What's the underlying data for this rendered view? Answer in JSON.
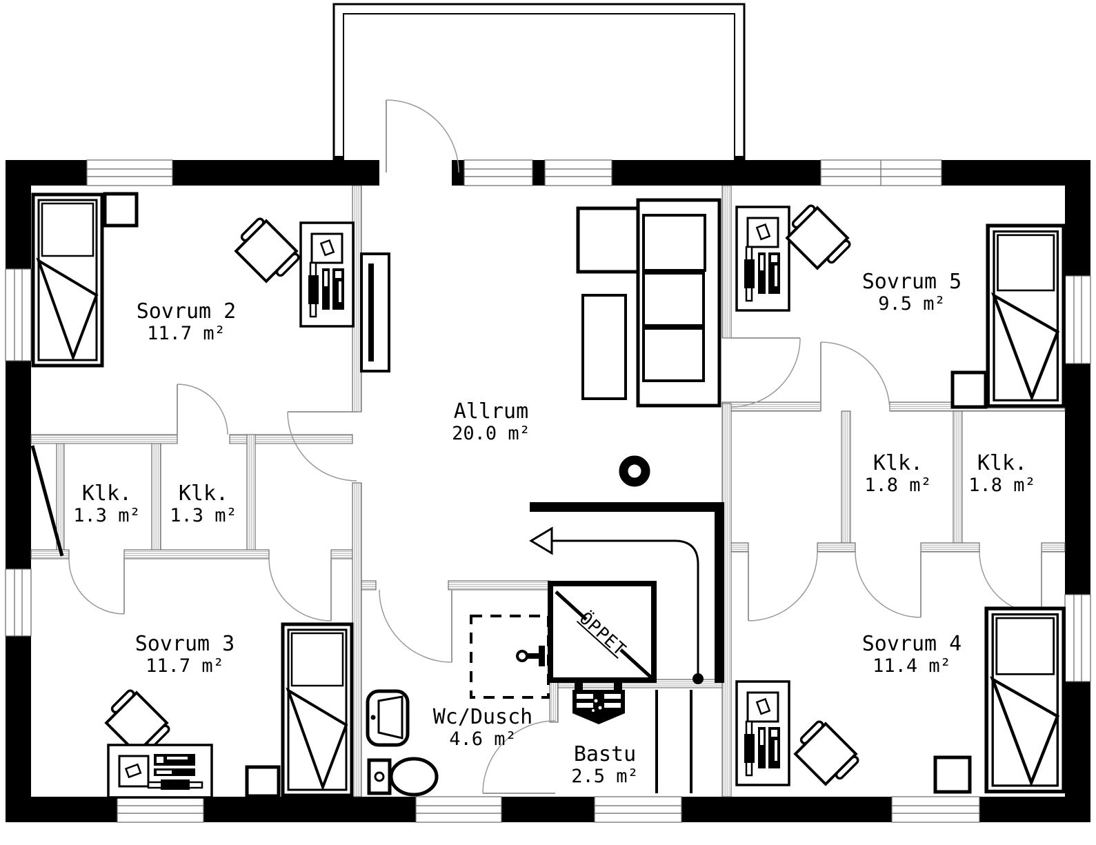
{
  "floorplan": {
    "rooms": [
      {
        "name": "Sovrum 2",
        "area": "11.7 m²"
      },
      {
        "name": "Sovrum 5",
        "area": "9.5 m²"
      },
      {
        "name": "Allrum",
        "area": "20.0 m²"
      },
      {
        "name": "Klk.",
        "area": "1.3 m²"
      },
      {
        "name": "Klk.",
        "area": "1.3 m²"
      },
      {
        "name": "Klk.",
        "area": "1.8 m²"
      },
      {
        "name": "Klk.",
        "area": "1.8 m²"
      },
      {
        "name": "Sovrum 3",
        "area": "11.7 m²"
      },
      {
        "name": "Sovrum 4",
        "area": "11.4 m²"
      },
      {
        "name": "Wc/Dusch",
        "area": "4.6 m²"
      },
      {
        "name": "Bastu",
        "area": "2.5 m²"
      }
    ],
    "stairwell_label": "ÖPPET",
    "colors": {
      "wall": "#000000",
      "background": "#ffffff",
      "thin_line": "#999999"
    }
  }
}
